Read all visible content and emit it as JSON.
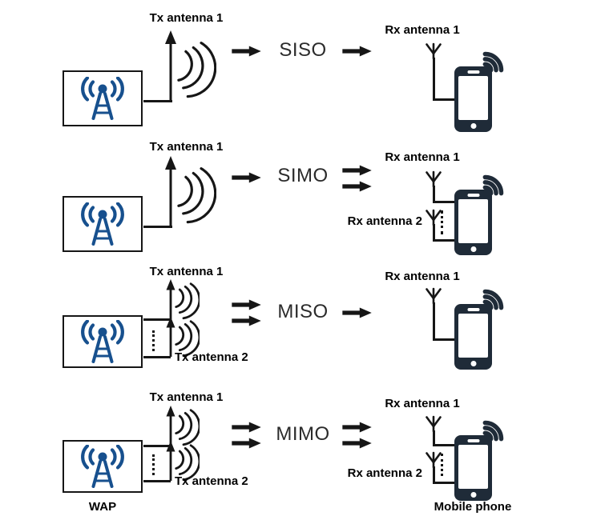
{
  "diagram": {
    "labels": {
      "wap": "WAP",
      "mobile_phone": "Mobile phone"
    },
    "rows": [
      {
        "mode": "SISO",
        "tx_streams": 1,
        "rx_streams": 1,
        "tx_antennas": [
          "Tx antenna 1"
        ],
        "rx_antennas": [
          "Rx antenna 1"
        ]
      },
      {
        "mode": "SIMO",
        "tx_streams": 1,
        "rx_streams": 2,
        "tx_antennas": [
          "Tx antenna 1"
        ],
        "rx_antennas": [
          "Rx antenna 1",
          "Rx antenna 2"
        ]
      },
      {
        "mode": "MISO",
        "tx_streams": 2,
        "rx_streams": 1,
        "tx_antennas": [
          "Tx antenna 1",
          "Tx antenna 2"
        ],
        "rx_antennas": [
          "Rx antenna 1"
        ]
      },
      {
        "mode": "MIMO",
        "tx_streams": 2,
        "rx_streams": 2,
        "tx_antennas": [
          "Tx antenna 1",
          "Tx antenna 2"
        ],
        "rx_antennas": [
          "Rx antenna 1",
          "Rx antenna 2"
        ]
      }
    ],
    "colors": {
      "line": "#161616",
      "wap_icon": "#17508e",
      "phone": "#1f2b38",
      "text": "#000000",
      "mode_text": "#2b2b2b",
      "background": "#ffffff"
    }
  }
}
